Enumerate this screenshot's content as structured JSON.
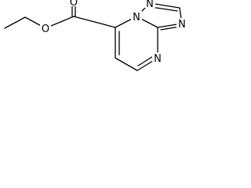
{
  "molecule": {
    "atoms": {
      "carbonyl_oxygen": "O",
      "ester_oxygen": "O",
      "bridge_nitrogen": "N",
      "triazole_nitrogen_top": "N",
      "triazole_nitrogen_right": "N",
      "pyrimidine_nitrogen": "N"
    }
  },
  "colors": {
    "bond": "#000000",
    "label": "#000000",
    "background": "#ffffff"
  }
}
